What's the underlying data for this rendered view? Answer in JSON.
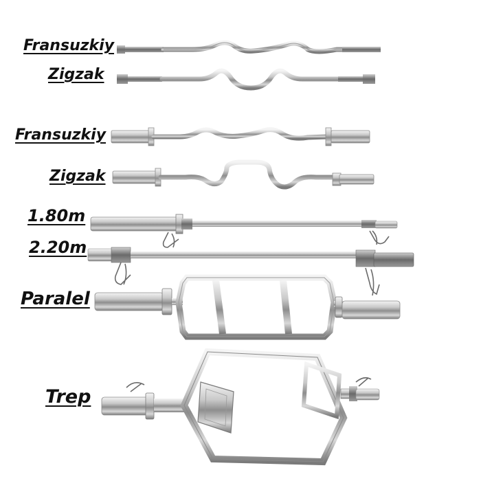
{
  "labels": {
    "fransuzkiy_thin": "Fransuzkiy",
    "zigzak_thin": "Zigzak",
    "fransuzkiy_olympic": "Fransuzkiy",
    "zigzak_olympic": "Zigzak",
    "bar_180": "1.80m",
    "bar_220": "2.20m",
    "paralel": "Paralel",
    "trep": "Trep"
  }
}
